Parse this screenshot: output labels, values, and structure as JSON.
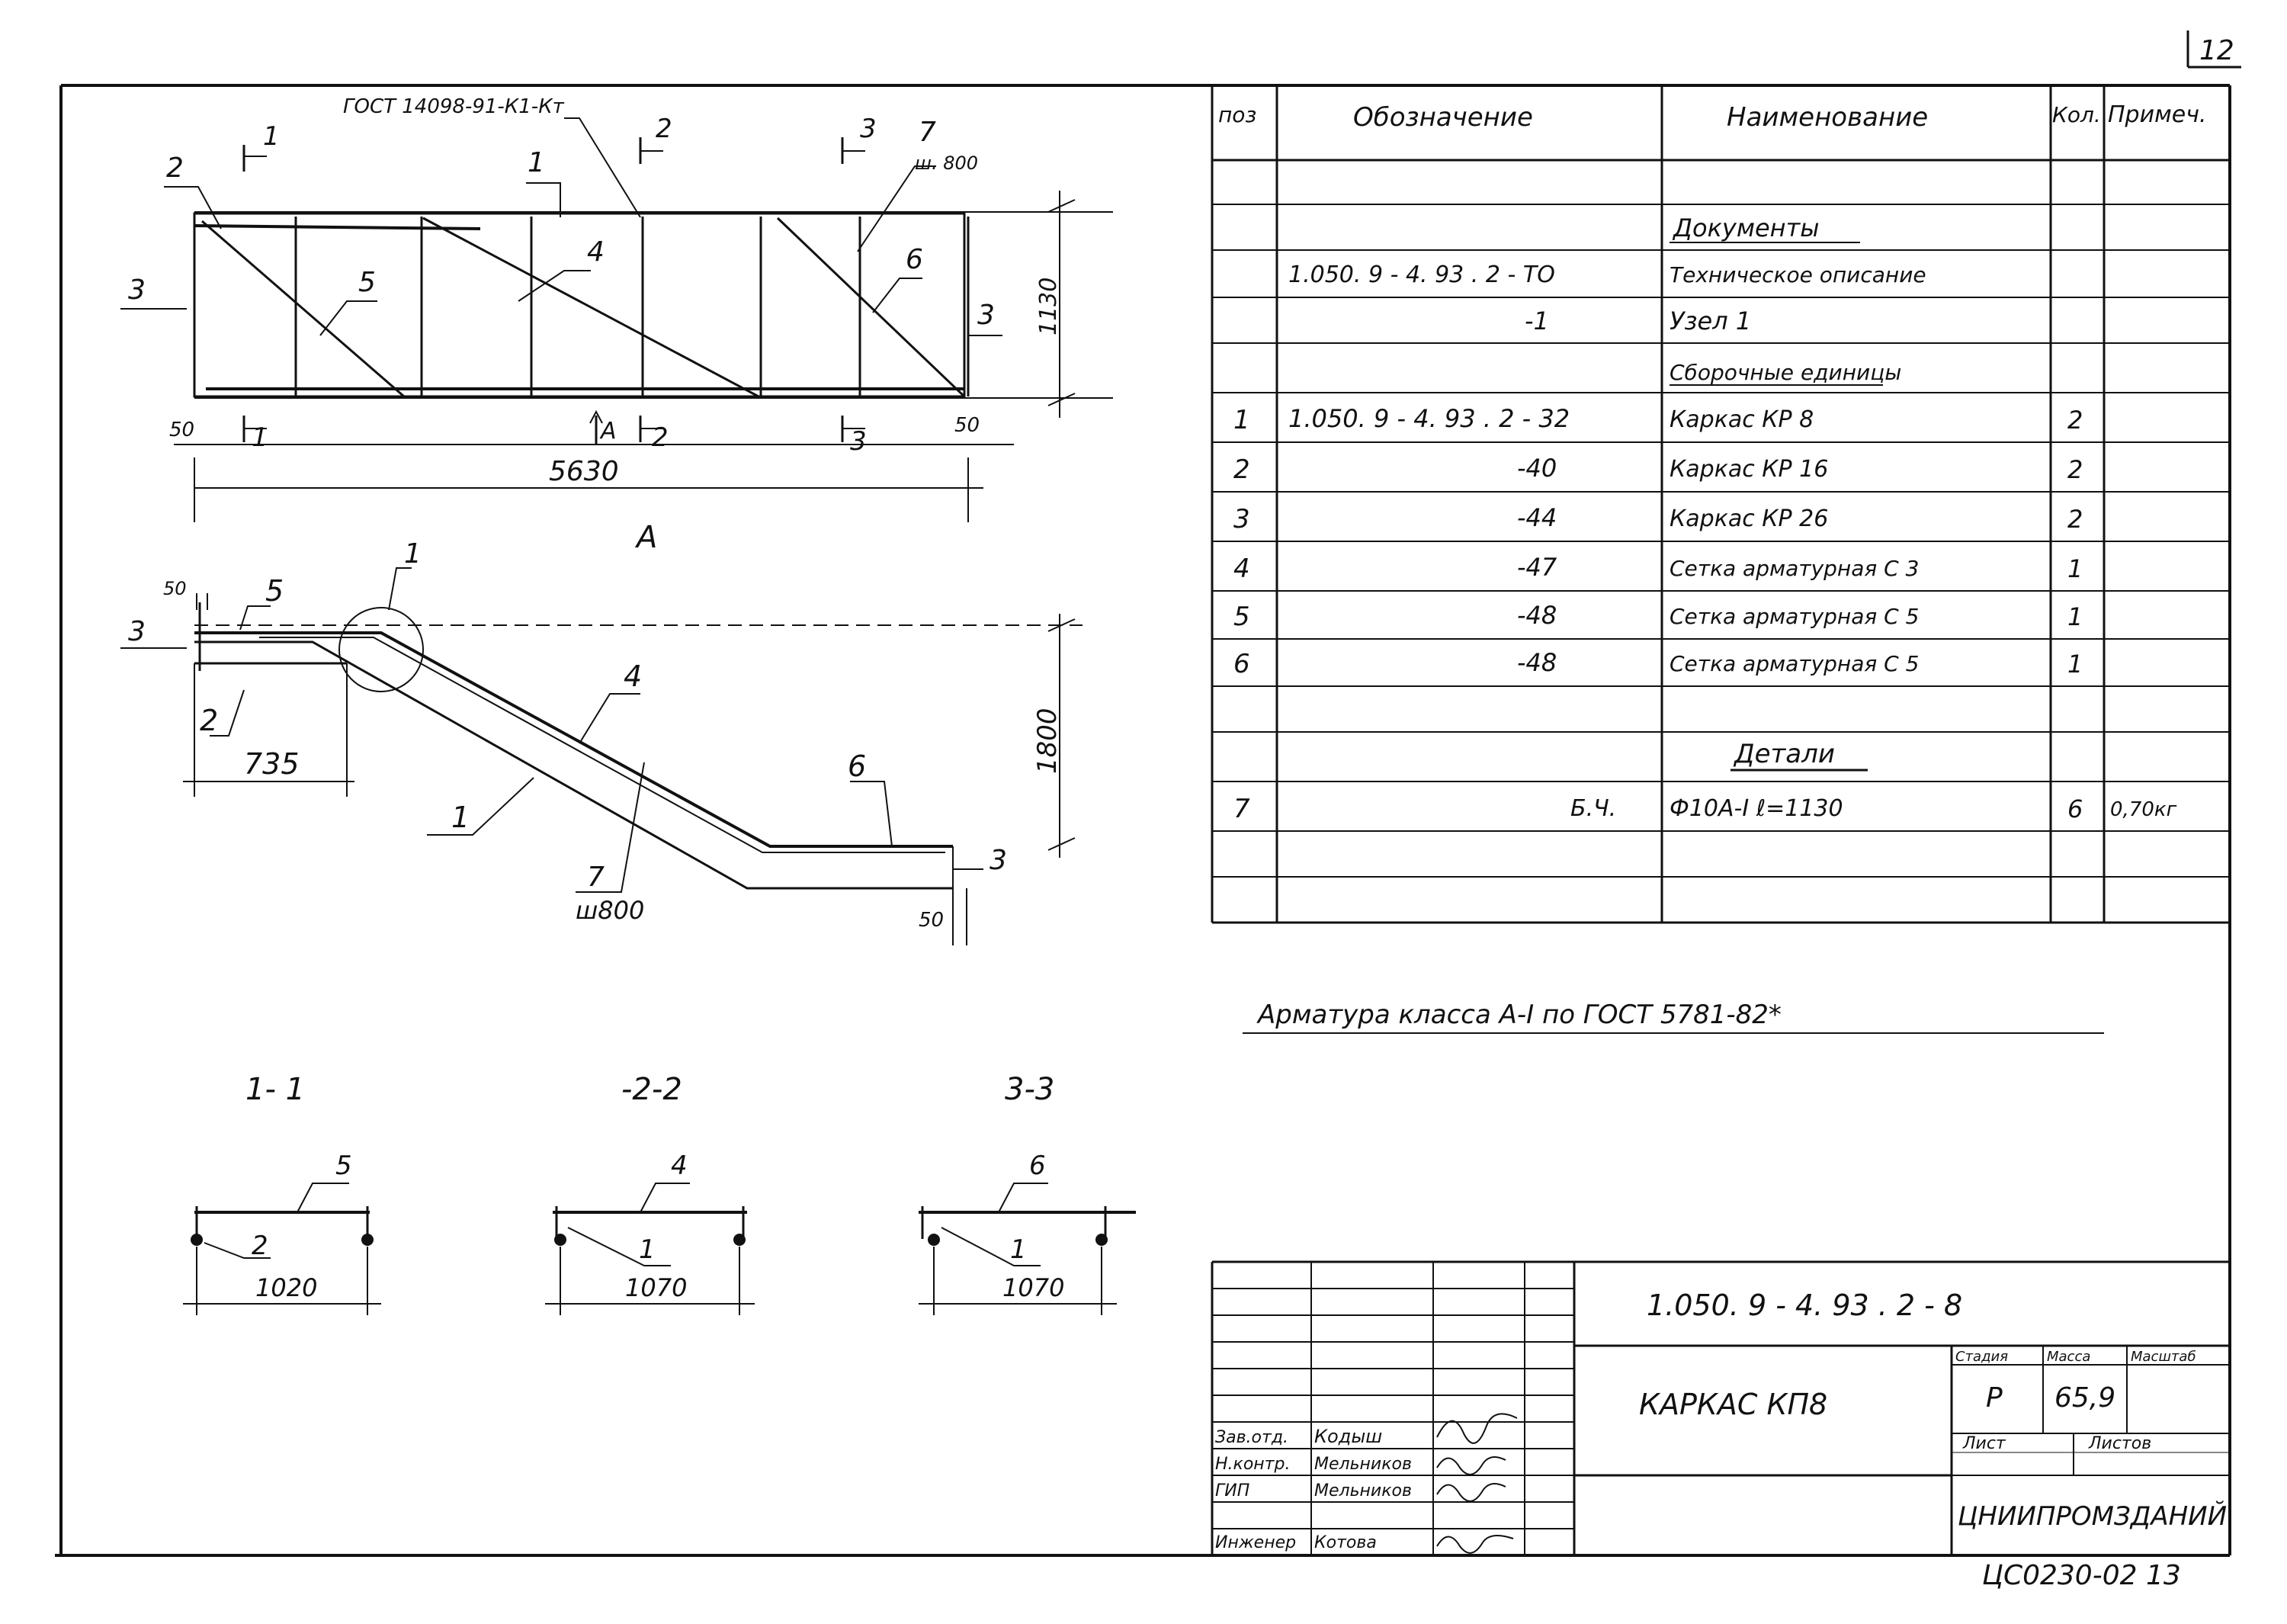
{
  "sheet": {
    "page_number": "12",
    "archive_code": "ЦС0230-02  13",
    "gost_ref": "ГОСТ 14098-91-К1-Кт"
  },
  "views": {
    "plan": {
      "callouts": [
        "1",
        "2",
        "3",
        "4",
        "5",
        "6",
        "3"
      ],
      "bar7_callout": "7",
      "bar7_pitch": "ш. 800",
      "section_marks": [
        "1",
        "2",
        "3",
        "1",
        "2",
        "3"
      ],
      "dim_total": "5630",
      "dim_edge_left": "50",
      "dim_edge_right": "50",
      "dim_height": "1130",
      "view_a_mark": "А",
      "view_a_arrow": "А"
    },
    "side": {
      "callouts": [
        "5",
        "3",
        "2",
        "1",
        "4",
        "6",
        "1",
        "3"
      ],
      "bar7_callout": "7",
      "bar7_pitch": "ш800",
      "dim_735": "735",
      "dim_1800": "1800",
      "dim_50_top": "50",
      "dim_50_bottom": "50"
    },
    "sections": [
      {
        "title": "1- 1",
        "top_callout": "5",
        "bar_callout": "2",
        "width": "1020"
      },
      {
        "title": "-2-2",
        "top_callout": "4",
        "bar_callout": "1",
        "width": "1070"
      },
      {
        "title": "3-3",
        "top_callout": "6",
        "bar_callout": "1",
        "width": "1070"
      }
    ]
  },
  "spec": {
    "headers": [
      "поз",
      "Обозначение",
      "Наименование",
      "Кол.",
      "Примеч."
    ],
    "sections": {
      "docs": "Документы",
      "units": "Сборочные единицы",
      "details": "Детали"
    },
    "doc_rows": [
      {
        "pos": "",
        "code": "1.050. 9 - 4. 93 . 2 - ТО",
        "name": "Техническое описание",
        "qty": "",
        "note": ""
      },
      {
        "pos": "",
        "code": "-1",
        "name": "Узел 1",
        "qty": "",
        "note": ""
      }
    ],
    "unit_rows": [
      {
        "pos": "1",
        "code": "1.050. 9 - 4. 93 . 2 - 32",
        "name": "Каркас   КР 8",
        "qty": "2",
        "note": ""
      },
      {
        "pos": "2",
        "code": "-40",
        "name": "Каркас   КР 16",
        "qty": "2",
        "note": ""
      },
      {
        "pos": "3",
        "code": "-44",
        "name": "Каркас   КР 26",
        "qty": "2",
        "note": ""
      },
      {
        "pos": "4",
        "code": "-47",
        "name": "Сетка арматурная С 3",
        "qty": "1",
        "note": ""
      },
      {
        "pos": "5",
        "code": "-48",
        "name": "Сетка арматурная  С 5",
        "qty": "1",
        "note": ""
      },
      {
        "pos": "6",
        "code": "-48",
        "name": "Сетка арматурная  С 5",
        "qty": "1",
        "note": ""
      }
    ],
    "detail_rows": [
      {
        "pos": "7",
        "code": "Б.Ч.",
        "name": "Ф10А-I       ℓ=1130",
        "qty": "6",
        "note": "0,70кг"
      }
    ],
    "note": "Арматура  класса  А-I  по ГОСТ 5781-82*"
  },
  "title_block": {
    "doc_code": "1.050. 9 - 4. 93 . 2 - 8",
    "title": "КАРКАС  КП8",
    "stage_label": "Стадия",
    "mass_label": "Масса",
    "scale_label": "Масштаб",
    "stage": "Р",
    "mass": "65,9",
    "sheet_label": "Лист",
    "sheets_label": "Листов",
    "organization": "ЦНИИПРОМЗДАНИЙ",
    "people": [
      {
        "role": "Зав.отд.",
        "name": "Кодыш"
      },
      {
        "role": "Н.контр.",
        "name": "Мельников"
      },
      {
        "role": "ГИП",
        "name": "Мельников"
      },
      {
        "role": "Инженер",
        "name": "Котова"
      }
    ]
  }
}
